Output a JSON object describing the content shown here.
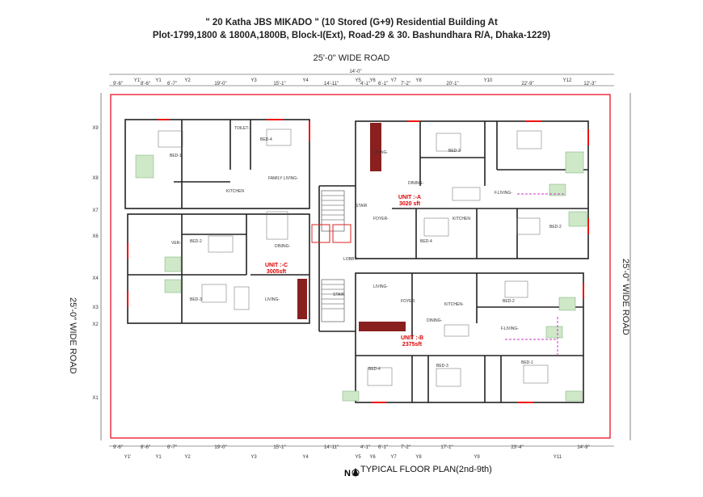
{
  "title_line1": "\" 20 Katha JBS MIKADO \" (10 Stored  (G+9) Residential Building At",
  "title_line2": "Plot-1799,1800 & 1800A,1800B, Block-I(Ext), Road-29 & 30. Bashundhara R/A, Dhaka-1229)",
  "road_top": "25'-0\" WIDE ROAD",
  "road_left": "25'-0\" WIDE ROAD",
  "road_right": "25'-0\" WIDE ROAD",
  "plan_caption": "TYPICAL FLOOR PLAN(2nd-9th)",
  "north_label": "N",
  "overall_dim_top": "14'-0\"",
  "grid_top": [
    "Y1'",
    "Y1",
    "Y2",
    "Y3",
    "Y4",
    "Y5",
    "Y6",
    "Y7",
    "Y8",
    "Y10",
    "Y12"
  ],
  "grid_bottom": [
    "Y1'",
    "Y1",
    "Y2",
    "Y3",
    "Y4",
    "Y5",
    "Y6",
    "Y7",
    "Y8",
    "Y9",
    "Y11"
  ],
  "grid_left": [
    "X9",
    "X8",
    "X7",
    "X6",
    "X4",
    "X3",
    "X2",
    "X1"
  ],
  "dims_top": [
    "9'-6\"",
    "8'-6\"",
    "6'-7\"",
    "19'-0\"",
    "15'-1\"",
    "14'-11\"",
    "4'-1\"",
    "6'-1\"",
    "7'-2\"",
    "20'-1\"",
    "22'-9\"",
    "12'-3\""
  ],
  "dims_bottom": [
    "9'-6\"",
    "8'-6\"",
    "6'-7\"",
    "19'-0\"",
    "15'-1\"",
    "14'-11\"",
    "4'-1\"",
    "6'-1\"",
    "7'-2\"",
    "17'-1\"",
    "23'-4\"",
    "14'-9\""
  ],
  "units": [
    {
      "name": "UNIT :-A",
      "area": "3020 sft"
    },
    {
      "name": "UNIT :-B",
      "area": "2375sft"
    },
    {
      "name": "UNIT :-C",
      "area": "3005sft"
    }
  ],
  "rooms": {
    "bed1_a": "BED-1",
    "bed4_c": "BED-4",
    "living_a": "LIVING-",
    "dining_a": "DINING-",
    "flving": "F.LIVING-",
    "bed2_a": "BED-2",
    "bed3_a": "BED-3",
    "bed4_a": "BED-4",
    "kitchen_c": "KITCHEN",
    "family_living": "FAMILY LIVING-",
    "stair1": "STAIR",
    "lobby": "LOBBY-",
    "dining_c": "DINING-",
    "bed2_c": "BED-2",
    "living_c": "LIVING-",
    "bed3_c": "BED-3",
    "living_b": "LIVING-",
    "foyer_b": "FOYER",
    "kitchen_b": "KITCHEN-",
    "bed2_b": "BED-2",
    "dining_b": "DINING-",
    "flving_b": "F.LIVING-",
    "bed4_b": "BED-4",
    "bed3_b": "BED-3",
    "bed1_b": "BED-1",
    "foyer_a": "FOYER-",
    "kitchen_a": "KITCHEN",
    "toilet": "TOILET-",
    "verandah": "VER-",
    "stair2": "STAIR"
  }
}
